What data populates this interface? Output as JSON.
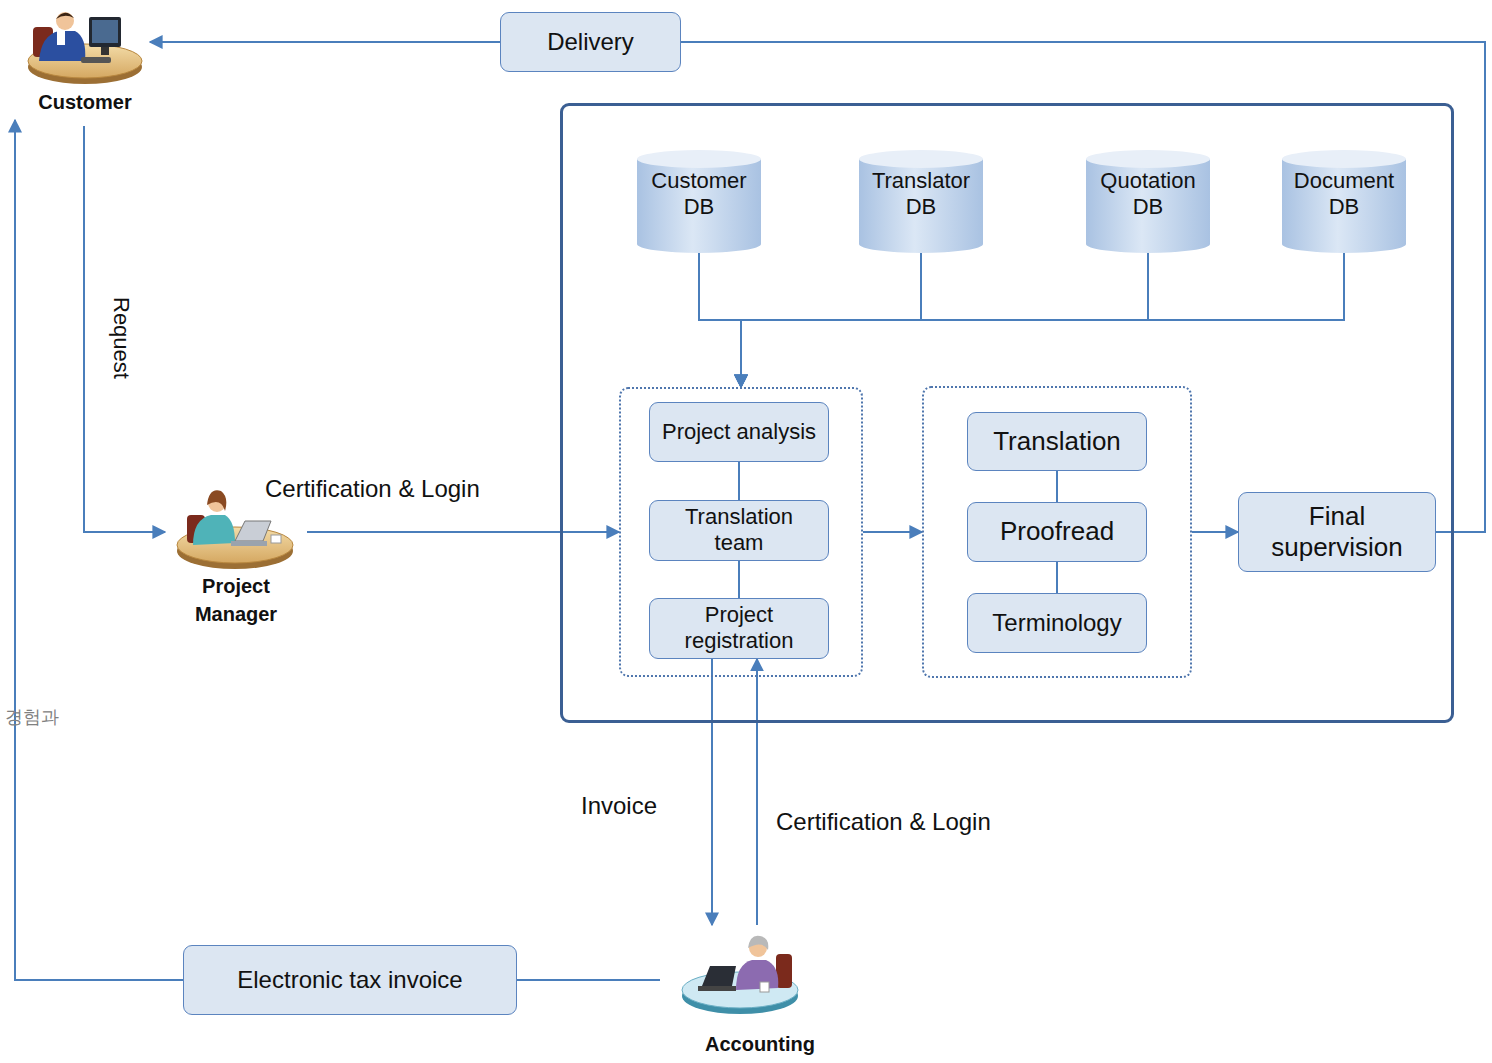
{
  "diagram": {
    "nodes": [
      {
        "text": [
          "Customer"
        ]
      },
      {
        "text": [
          "Delivery"
        ]
      },
      {
        "text": [
          "Project Manager"
        ]
      },
      {
        "text": []
      },
      {
        "text": [
          "Customer DB"
        ],
        "in": 3
      },
      {
        "text": [
          "Translator DB"
        ],
        "in": 3
      },
      {
        "text": [
          "Quotation DB"
        ],
        "in": 3
      },
      {
        "text": [
          "Document DB"
        ],
        "in": 3
      },
      {
        "text": [],
        "in": 3
      },
      {
        "text": [
          "Project analysis"
        ],
        "in": 8
      },
      {
        "text": [
          "Translation team"
        ],
        "in": 8
      },
      {
        "text": [
          "Project registration"
        ],
        "in": 8
      },
      {
        "text": [],
        "in": 3
      },
      {
        "text": [
          "Translation"
        ],
        "in": 12
      },
      {
        "text": [
          "Proofread"
        ],
        "in": 12
      },
      {
        "text": [
          "Terminology"
        ],
        "in": 12
      },
      {
        "text": [
          "Final supervision"
        ],
        "in": 3
      },
      {
        "text": [
          "Accounting"
        ]
      },
      {
        "text": [
          "Electronic tax invoice"
        ]
      }
    ],
    "edges": [
      {
        "from": 0,
        "to": 2,
        "label": "Request",
        "arrow": "to"
      },
      {
        "from": 2,
        "to": 8,
        "label": "Certification & Login",
        "arrow": "to"
      },
      {
        "from": 4,
        "to": 8,
        "arrow": "to"
      },
      {
        "from": 5,
        "to": 8,
        "arrow": "to"
      },
      {
        "from": 6,
        "to": 8,
        "arrow": "to"
      },
      {
        "from": 7,
        "to": 8,
        "arrow": "to"
      },
      {
        "from": 9,
        "to": 10,
        "arrow": "none"
      },
      {
        "from": 10,
        "to": 11,
        "arrow": "none"
      },
      {
        "from": 8,
        "to": 12,
        "arrow": "to"
      },
      {
        "from": 13,
        "to": 14,
        "arrow": "none"
      },
      {
        "from": 14,
        "to": 15,
        "arrow": "none"
      },
      {
        "from": 12,
        "to": 16,
        "arrow": "to"
      },
      {
        "from": 16,
        "to": 1,
        "arrow": "none"
      },
      {
        "from": 1,
        "to": 0,
        "arrow": "to"
      },
      {
        "from": 11,
        "to": 17,
        "label": "Invoice",
        "arrow": "to"
      },
      {
        "from": 17,
        "to": 11,
        "label": "Certification & Login",
        "arrow": "to"
      },
      {
        "from": 17,
        "to": 18,
        "arrow": "none"
      },
      {
        "from": 18,
        "to": 0,
        "arrow": "to"
      }
    ],
    "labels": [
      "경험과"
    ]
  }
}
